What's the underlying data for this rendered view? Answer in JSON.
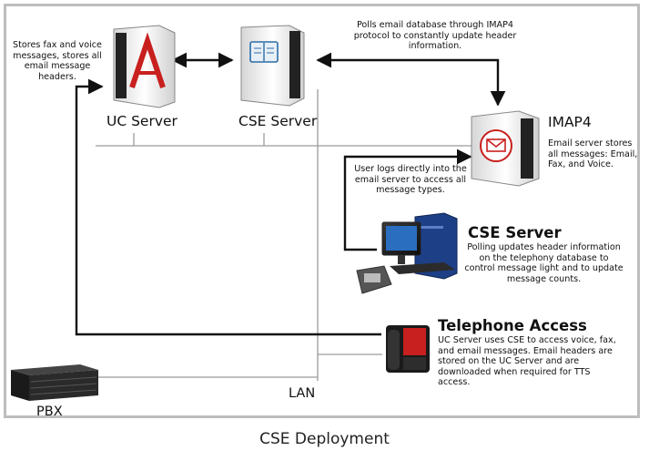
{
  "uc_server": {
    "label": "UC Server",
    "note": "Stores fax and voice messages, stores all email message headers."
  },
  "cse_server_top": {
    "label": "CSE Server"
  },
  "imap4": {
    "label": "IMAP4",
    "note": "Email server stores all messages: Email, Fax, and Voice."
  },
  "polls_note": "Polls email database through IMAP4 protocol to constantly update header information.",
  "user_note": "User logs directly into the email server to access all message types.",
  "cse_server_pc": {
    "label": "CSE Server",
    "note": "Polling updates header information on the telephony database to control message light and to update message counts."
  },
  "telephone_access": {
    "label": "Telephone Access",
    "note": "UC Server uses CSE to access voice, fax, and email messages. Email headers are stored on the UC Server and are downloaded when required for TTS access."
  },
  "lan_label": "LAN",
  "pbx_label": "PBX",
  "caption": "CSE Deployment",
  "colors": {
    "accent_red": "#c8201e",
    "line": "#111111",
    "lan_line": "#9a9a9a",
    "frame": "#bdbdbd"
  }
}
